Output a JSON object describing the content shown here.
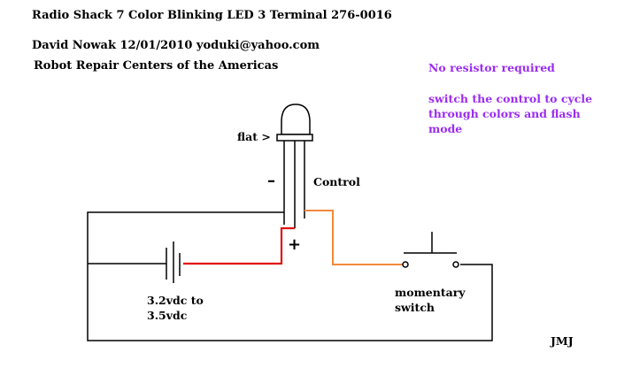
{
  "header": {
    "title": "Radio Shack 7 Color Blinking LED 3 Terminal 276-0016",
    "author": "David Nowak 12/01/2010  yoduki@yahoo.com",
    "org": "Robot Repair Centers of the Americas"
  },
  "notes": {
    "line1": "No resistor required",
    "line2": "switch the control to cycle",
    "line3": "through colors and flash",
    "line4": "mode",
    "color": "#9b2cf0"
  },
  "labels": {
    "flat": "flat >",
    "minus": "–",
    "plus": "+",
    "control": "Control",
    "battery_line1": "3.2vdc to",
    "battery_line2": "3.5vdc",
    "switch_line1": "momentary",
    "switch_line2": "switch",
    "signature": "JMJ"
  },
  "colors": {
    "wire": "#000000",
    "positive_wire": "#e01010",
    "control_wire": "#f08a3c"
  }
}
